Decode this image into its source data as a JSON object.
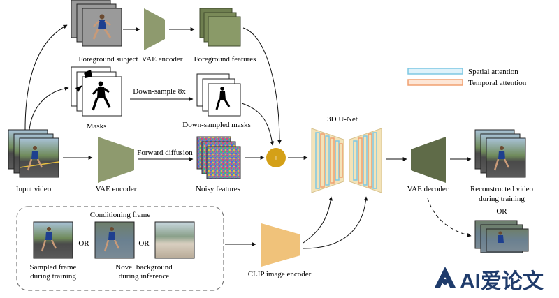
{
  "diagram": {
    "labels": {
      "foreground_subject": "Foreground subject",
      "vae_encoder_top": "VAE encoder",
      "foreground_features": "Foreground features",
      "masks": "Masks",
      "down_sample": "Down-sample 8x",
      "down_sampled_masks": "Down-sampled masks",
      "input_video": "Input video",
      "vae_encoder_mid": "VAE encoder",
      "forward_diffusion": "Forward diffusion",
      "noisy_features": "Noisy features",
      "unet": "3D U-Net",
      "vae_decoder": "VAE decoder",
      "reconstructed_video": "Reconstructed video during training",
      "or_right": "OR",
      "conditioning_frame": "Conditioning frame",
      "or_1": "OR",
      "or_2": "OR",
      "sampled_frame": "Sampled frame during training",
      "novel_background": "Novel background during inference",
      "clip_encoder": "CLIP image encoder",
      "plus_symbol": "+"
    },
    "legend": [
      {
        "label": "Spatial attention",
        "color": "#7ec8e3"
      },
      {
        "label": "Temporal attention",
        "color": "#f0a070"
      }
    ],
    "colors": {
      "encoder": "#8e9a6e",
      "decoder": "#5f6b48",
      "unet": "#f3e3b8",
      "unet_border": "#d8c38f",
      "plus": "#d4a017",
      "clip": "#f0c27a",
      "feature": "#7f8c5c",
      "runner_bg": "#6b7a55"
    }
  },
  "watermark": {
    "text": "AI爱论文",
    "icon": "ai-logo-icon"
  }
}
